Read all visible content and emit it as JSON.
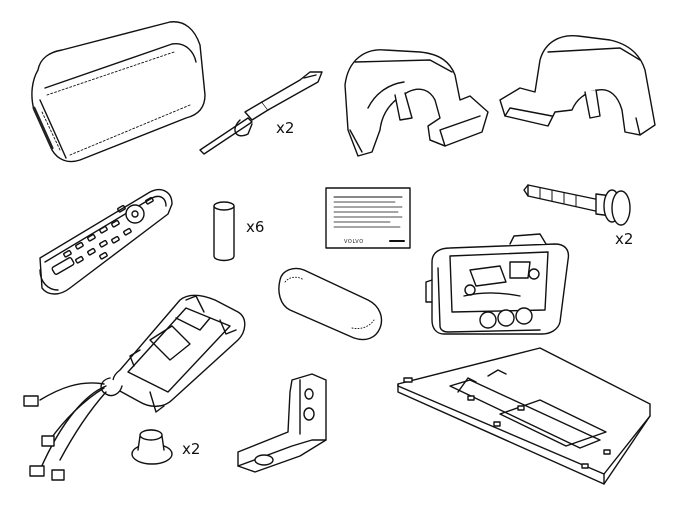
{
  "quantities": {
    "cable_tie": "x2",
    "spacer": "x6",
    "expansion_rivet": "x2",
    "rubber_plug": "x2"
  },
  "label_card": {
    "brand": "VOLVO"
  },
  "colors": {
    "line": "#111111",
    "background": "#ffffff",
    "shade": "#d9d9d9",
    "dark": "#2a2a2a"
  }
}
